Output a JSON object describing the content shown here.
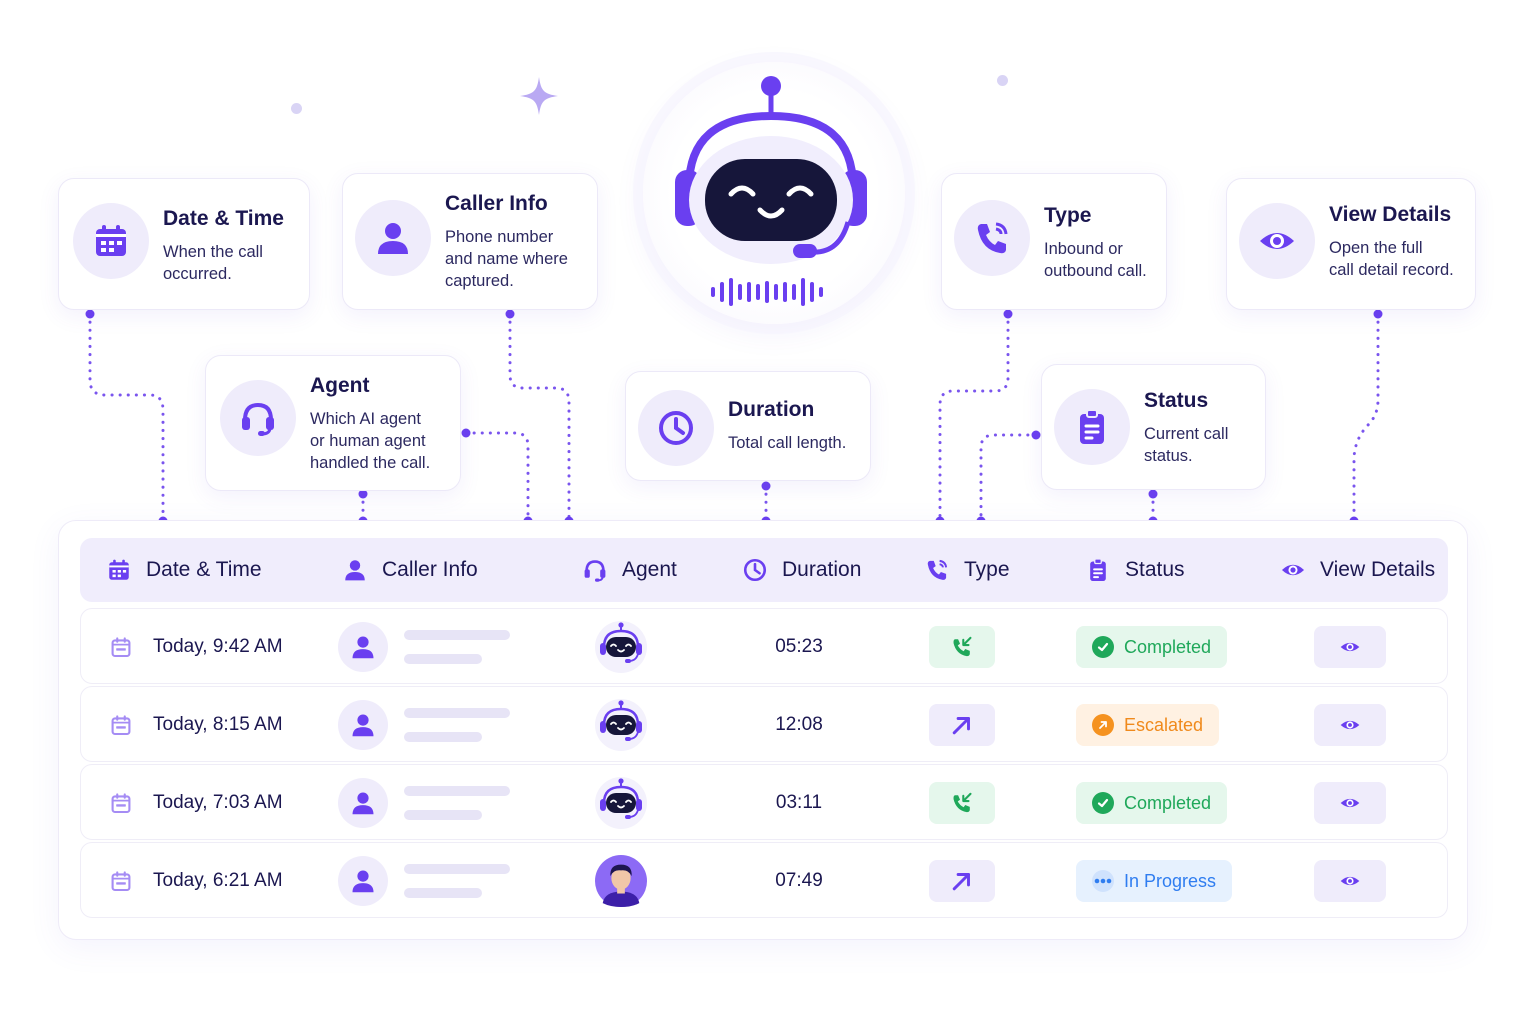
{
  "colors": {
    "accent": "#6a3ff0",
    "accent_soft": "#efecfb",
    "text": "#1b1750",
    "completed": "#22b35e",
    "escalated": "#f58a1f",
    "in_progress": "#3b82f6"
  },
  "cards": [
    {
      "id": "date",
      "title": "Date & Time",
      "desc": "When the call\noccurred.",
      "icon": "calendar-icon"
    },
    {
      "id": "caller",
      "title": "Caller Info",
      "desc": "Phone number\nand name where\ncaptured.",
      "icon": "user-icon"
    },
    {
      "id": "agent",
      "title": "Agent",
      "desc": "Which AI agent\nor human agent\nhandled the call.",
      "icon": "headset-icon"
    },
    {
      "id": "duration",
      "title": "Duration",
      "desc": "Total call length.",
      "icon": "clock-icon"
    },
    {
      "id": "type",
      "title": "Type",
      "desc": "Inbound or\noutbound call.",
      "icon": "phone-icon"
    },
    {
      "id": "status",
      "title": "Status",
      "desc": "Current call\nstatus.",
      "icon": "clipboard-icon"
    },
    {
      "id": "view",
      "title": "View Details",
      "desc": "Open the full\ncall detail record.",
      "icon": "eye-icon"
    }
  ],
  "table": {
    "headers": [
      "Date & Time",
      "Caller Info",
      "Agent",
      "Duration",
      "Type",
      "Status",
      "View Details"
    ],
    "rows": [
      {
        "date": "Today, 9:42 AM",
        "agent": "robot",
        "duration": "05:23",
        "type": "inbound",
        "status": "Completed",
        "status_kind": "completed"
      },
      {
        "date": "Today, 8:15 AM",
        "agent": "robot",
        "duration": "12:08",
        "type": "outbound",
        "status": "Escalated",
        "status_kind": "escalated"
      },
      {
        "date": "Today, 7:03 AM",
        "agent": "robot",
        "duration": "03:11",
        "type": "inbound",
        "status": "Completed",
        "status_kind": "completed"
      },
      {
        "date": "Today, 6:21 AM",
        "agent": "human",
        "duration": "07:49",
        "type": "outbound",
        "status": "In Progress",
        "status_kind": "in_progress"
      }
    ]
  }
}
